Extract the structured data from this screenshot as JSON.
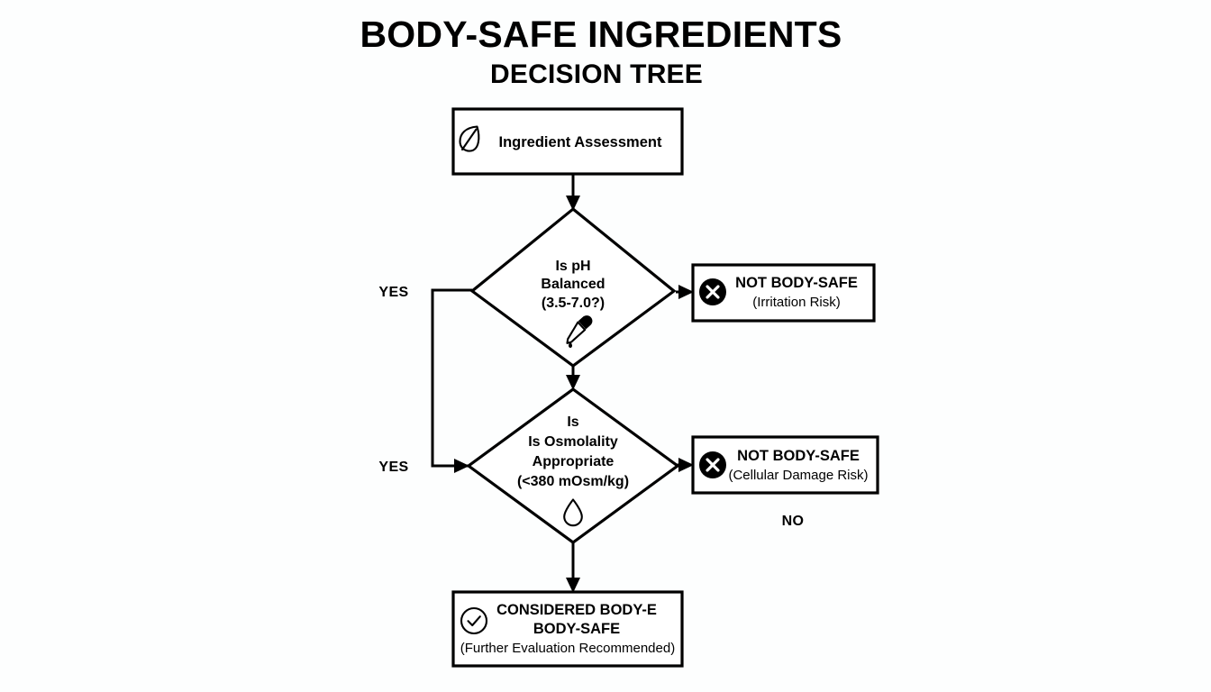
{
  "title": {
    "line1": "BODY-SAFE INGREDIENTS",
    "line2": "DECISION TREE"
  },
  "colors": {
    "background": "#fdfefe",
    "stroke": "#000000",
    "fill": "#ffffff",
    "text": "#000000"
  },
  "nodes": {
    "start": {
      "icon": "leaf-icon",
      "label": "Ingredient Assessment"
    },
    "decision_ph": {
      "icon": "dropper-icon",
      "line1": "Is pH",
      "line2": "Balanced",
      "line3": "(3.5-7.0?)"
    },
    "decision_osmolality": {
      "icon": "water-drop-icon",
      "line1": "Is",
      "line2": "Is Osmolality",
      "line3": "Appropriate",
      "line4": "(<380 mOsm/kg)"
    },
    "fail_ph": {
      "icon": "x-circle-icon",
      "line1": "NOT BODY-SAFE",
      "line2": "(Irritation Risk)"
    },
    "fail_osmolality": {
      "icon": "x-circle-icon",
      "line1": "NOT BODY-SAFE",
      "line2": "(Cellular Damage Risk)"
    },
    "pass": {
      "icon": "check-circle-icon",
      "line1": "CONSIDERED BODY-E",
      "line2": "BODY-SAFE",
      "line3": "(Further Evaluation Recommended)"
    }
  },
  "edge_labels": {
    "yes_ph": "YES",
    "yes_osmolality": "YES",
    "no_osmolality": "NO"
  }
}
